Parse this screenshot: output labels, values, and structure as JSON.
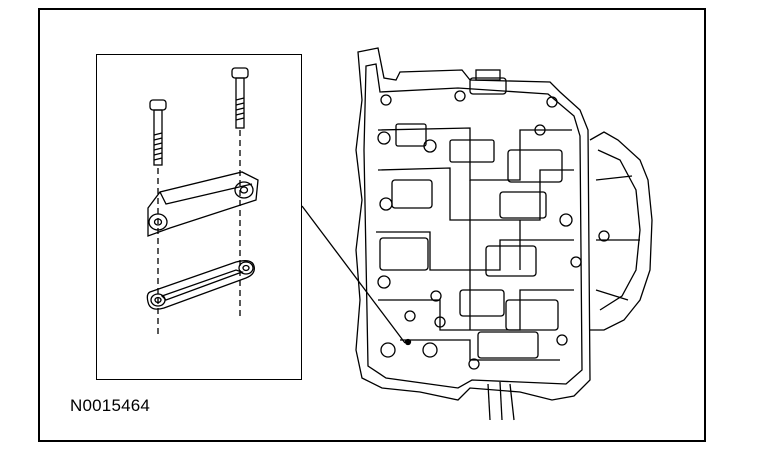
{
  "figure": {
    "id": "N0015464",
    "line_color": "#000000",
    "background": "#ffffff"
  },
  "inset": {
    "parts": [
      "bolt-icon",
      "bolt-icon",
      "clamp-plate",
      "gasket"
    ]
  },
  "assembly": {
    "description_icon": "valve-body-icon"
  }
}
